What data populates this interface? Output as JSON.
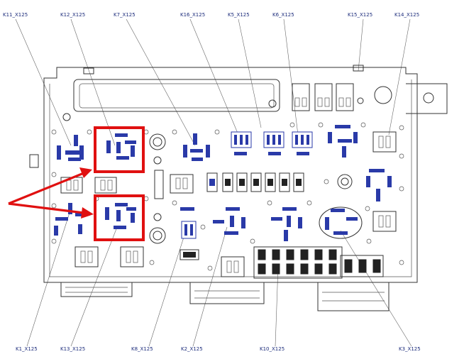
{
  "labels_top": [
    "K11_X125",
    "K12_X125",
    "K7_X125",
    "K16_X125",
    "K5_X125",
    "K6_X125",
    "K15_X125",
    "K14_X125"
  ],
  "labels_bottom": [
    "K1_X125",
    "K13_X125",
    "K8_X125",
    "K2_X125",
    "K10_X125",
    "K3_X125"
  ],
  "colors": {
    "highlight": "#e01010",
    "terminal": "#2a3aa8",
    "outline": "#333333",
    "label": "#1a2a7a"
  }
}
